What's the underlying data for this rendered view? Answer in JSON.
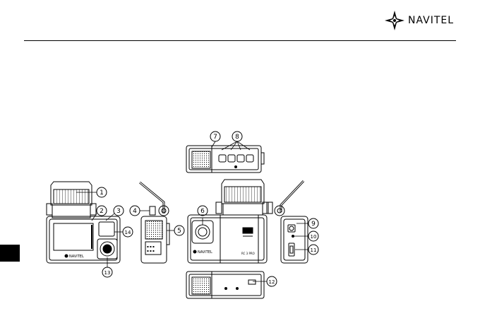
{
  "brand": {
    "name": "NAVITEL",
    "icon": "navitel-compass-logo"
  },
  "callouts": [
    "1",
    "2",
    "3",
    "4",
    "5",
    "6",
    "7",
    "8",
    "9",
    "10",
    "11",
    "12",
    "13",
    "14"
  ],
  "device_labels": {
    "front_logo": "NAVITEL",
    "rear_logo": "NAVITEL",
    "model": "RC 3 PRO"
  },
  "colors": {
    "ink": "#000000",
    "tab": "#000000",
    "paper": "#ffffff"
  }
}
